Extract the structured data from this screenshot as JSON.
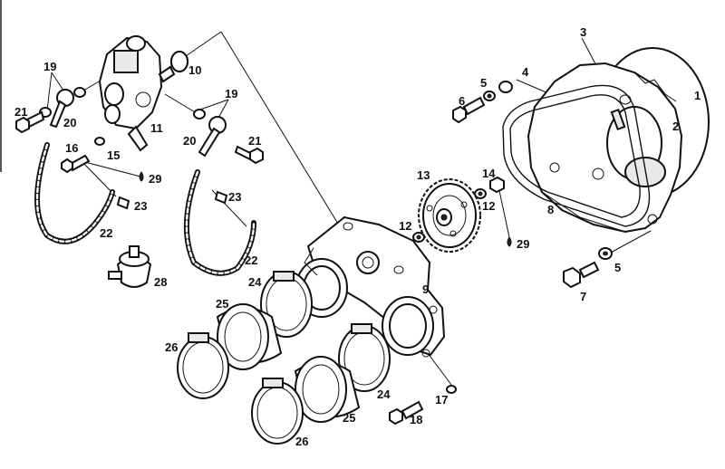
{
  "colors": {
    "ink": "#111111",
    "paper": "#ffffff"
  },
  "callouts": [
    {
      "id": "c1",
      "text": "1"
    },
    {
      "id": "c2",
      "text": "2"
    },
    {
      "id": "c3",
      "text": "3"
    },
    {
      "id": "c4",
      "text": "4"
    },
    {
      "id": "c5a",
      "text": "5"
    },
    {
      "id": "c5b",
      "text": "5"
    },
    {
      "id": "c6",
      "text": "6"
    },
    {
      "id": "c7",
      "text": "7"
    },
    {
      "id": "c8",
      "text": "8"
    },
    {
      "id": "c9",
      "text": "9"
    },
    {
      "id": "c10",
      "text": "10"
    },
    {
      "id": "c11",
      "text": "11"
    },
    {
      "id": "c12a",
      "text": "12"
    },
    {
      "id": "c12b",
      "text": "12"
    },
    {
      "id": "c13",
      "text": "13"
    },
    {
      "id": "c14",
      "text": "14"
    },
    {
      "id": "c15",
      "text": "15"
    },
    {
      "id": "c16",
      "text": "16"
    },
    {
      "id": "c17",
      "text": "17"
    },
    {
      "id": "c18",
      "text": "18"
    },
    {
      "id": "c19a",
      "text": "19"
    },
    {
      "id": "c19b",
      "text": "19"
    },
    {
      "id": "c20a",
      "text": "20"
    },
    {
      "id": "c20b",
      "text": "20"
    },
    {
      "id": "c21a",
      "text": "21"
    },
    {
      "id": "c21b",
      "text": "21"
    },
    {
      "id": "c22a",
      "text": "22"
    },
    {
      "id": "c22b",
      "text": "22"
    },
    {
      "id": "c23a",
      "text": "23"
    },
    {
      "id": "c23b",
      "text": "23"
    },
    {
      "id": "c24a",
      "text": "24"
    },
    {
      "id": "c24b",
      "text": "24"
    },
    {
      "id": "c25a",
      "text": "25"
    },
    {
      "id": "c25b",
      "text": "25"
    },
    {
      "id": "c26a",
      "text": "26"
    },
    {
      "id": "c26b",
      "text": "26"
    },
    {
      "id": "c28",
      "text": "28"
    },
    {
      "id": "c29a",
      "text": "29"
    },
    {
      "id": "c29b",
      "text": "29"
    }
  ]
}
